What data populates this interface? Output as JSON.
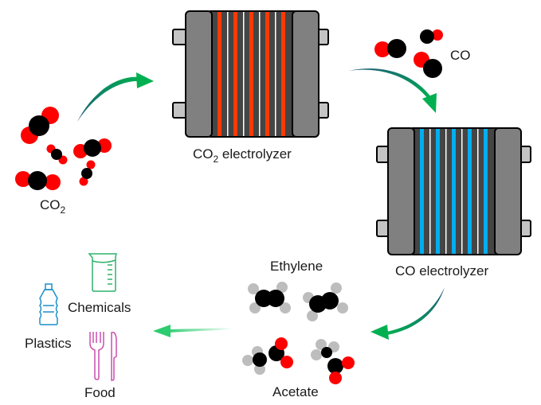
{
  "diagram": {
    "colors": {
      "carbon": "#000000",
      "oxygen": "#ff0000",
      "hydrogen": "#bdbdbd",
      "plate": "#808080",
      "tab": "#c4c4c4",
      "core": "#454545",
      "co2_stripe": "#ff3a00",
      "co_stripe": "#00aeef",
      "arrow_start": "#1e5a78",
      "arrow_end": "#00b050",
      "chemicals_icon": "#2db36a",
      "plastics_icon": "#1c8fc9",
      "food_icon": "#cc4fb0"
    },
    "labels": {
      "co2_molecules": "CO",
      "co2_subscript": "2",
      "co2_electrolyzer_prefix": "CO",
      "co2_electrolyzer_subscript": "2",
      "co2_electrolyzer_suffix": " electrolyzer",
      "co_molecules": "CO",
      "co_electrolyzer": "CO electrolyzer",
      "ethylene": "Ethylene",
      "acetate": "Acetate",
      "chemicals": "Chemicals",
      "plastics": "Plastics",
      "food": "Food"
    },
    "icons": [
      "beaker-icon",
      "bottle-icon",
      "fork-knife-icon"
    ]
  }
}
